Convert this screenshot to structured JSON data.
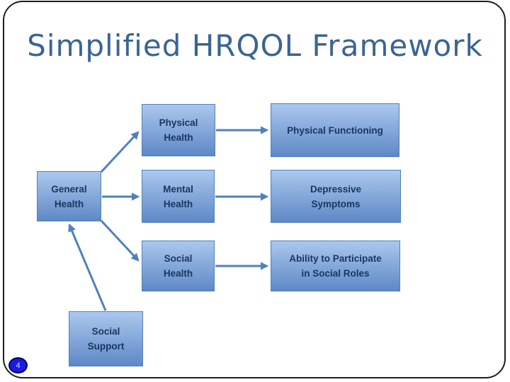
{
  "slide": {
    "title": "Simplified HRQOL Framework",
    "page_number": "4"
  },
  "boxes": {
    "general_health": {
      "label": "General\nHealth"
    },
    "physical_health": {
      "label": "Physical\nHealth"
    },
    "mental_health": {
      "label": "Mental\nHealth"
    },
    "social_health": {
      "label": "Social\nHealth"
    },
    "physical_functioning": {
      "label": "Physical Functioning"
    },
    "depressive_symptoms": {
      "label": "Depressive\nSymptoms"
    },
    "ability_social_roles": {
      "label": "Ability to Participate\nin Social Roles"
    },
    "social_support": {
      "label": "Social\nSupport"
    }
  },
  "colors": {
    "title_text": "#3a6593",
    "slide_border": "#1f1f1f",
    "box_border": "#4f81bd",
    "box_gradient_top": "#abc8ee",
    "box_gradient_bottom": "#5e88c6",
    "box_text": "#17375e",
    "arrow": "#4f81bd",
    "page_badge_fill": "#1c1ce0",
    "page_badge_border": "#000070",
    "page_badge_text": "#d8dcf2"
  }
}
